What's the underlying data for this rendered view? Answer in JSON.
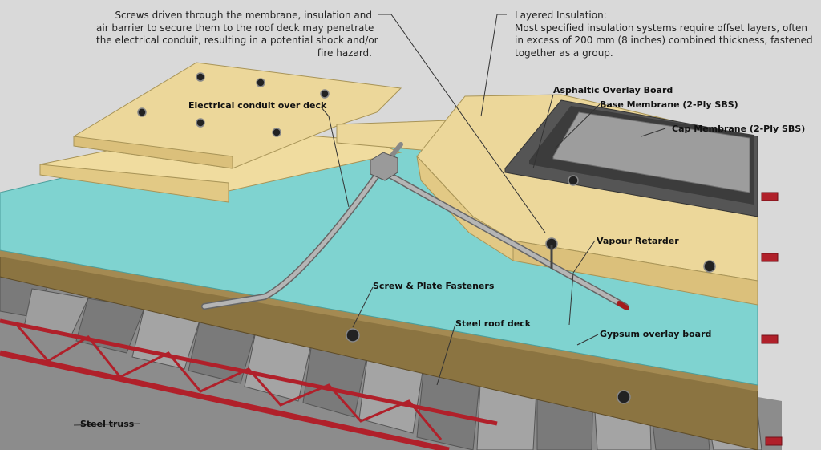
{
  "notes": {
    "screws": {
      "lines": [
        "Screws driven through the membrane, insulation and",
        "air barrier to secure them to the roof deck may penetrate",
        "the electrical conduit, resulting in a potential shock and/or",
        "fire hazard."
      ]
    },
    "insulation": {
      "lines": [
        "Layered Insulation:",
        "Most specified insulation systems require offset layers, often",
        "in excess of 200 mm (8 inches) combined thickness, fastened",
        "together as a group."
      ]
    }
  },
  "labels": {
    "conduit": "Electrical conduit over deck",
    "asphaltic": "Asphaltic Overlay Board",
    "base_membrane": "Base Membrane (2-Ply SBS)",
    "cap_membrane": "Cap Membrane (2-Ply SBS)",
    "vapour": "Vapour Retarder",
    "fasteners": "Screw & Plate Fasteners",
    "steel_deck": "Steel roof deck",
    "gypsum": "Gypsum overlay board",
    "truss": "Steel truss"
  },
  "colors": {
    "background": "#d9d9d9",
    "insulation": "#ecd79a",
    "vapour_retarder": "#7fd3d0",
    "gypsum": "#8b7441",
    "steel_deck": "#8f8f8f",
    "truss": "#b0202a",
    "cap_membrane": "#9d9d9d",
    "base_membrane": "#3c3c3c"
  }
}
